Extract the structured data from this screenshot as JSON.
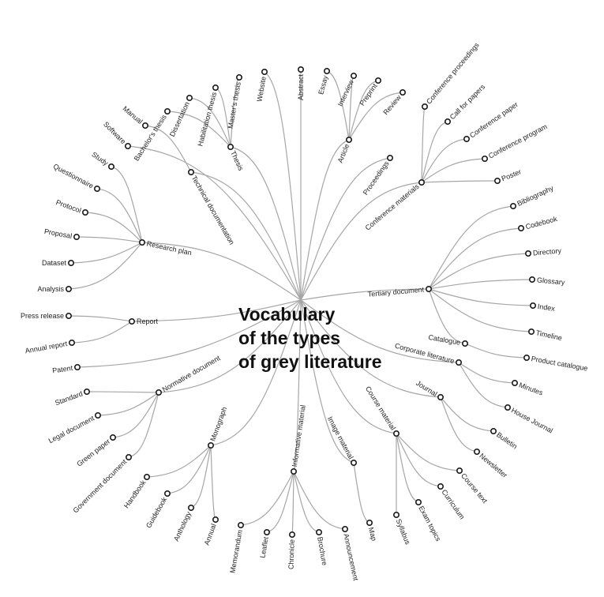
{
  "title": {
    "line1": "Vocabulary",
    "line2": "of the types",
    "line3": "of grey literature"
  },
  "nodes": [
    {
      "name": "Website"
    },
    {
      "name": "Abstract"
    },
    {
      "name": "Thesis"
    },
    {
      "name": "Master's thesis"
    },
    {
      "name": "Habilitation thesis"
    },
    {
      "name": "Dissertation"
    },
    {
      "name": "Bachelor's thesis"
    },
    {
      "name": "Article"
    },
    {
      "name": "Essay"
    },
    {
      "name": "Interview"
    },
    {
      "name": "Preprint"
    },
    {
      "name": "Review"
    },
    {
      "name": "Proceedings"
    },
    {
      "name": "Conference materials"
    },
    {
      "name": "Conference proceedings"
    },
    {
      "name": "Call for papers"
    },
    {
      "name": "Conference paper"
    },
    {
      "name": "Conference program"
    },
    {
      "name": "Poster"
    },
    {
      "name": "Tertiary document"
    },
    {
      "name": "Bibliography"
    },
    {
      "name": "Codebook"
    },
    {
      "name": "Directory"
    },
    {
      "name": "Glossary"
    },
    {
      "name": "Index"
    },
    {
      "name": "Timeline"
    },
    {
      "name": "Catalogue"
    },
    {
      "name": "Product catalogue"
    },
    {
      "name": "Corporate literature"
    },
    {
      "name": "Minutes"
    },
    {
      "name": "House Journal"
    },
    {
      "name": "Journal"
    },
    {
      "name": "Bulletin"
    },
    {
      "name": "Newsletter"
    },
    {
      "name": "Course material"
    },
    {
      "name": "Course text"
    },
    {
      "name": "Curriculum"
    },
    {
      "name": "Exam topics"
    },
    {
      "name": "Syllabus"
    },
    {
      "name": "Image material"
    },
    {
      "name": "Map"
    },
    {
      "name": "Informative material"
    },
    {
      "name": "Memorandum"
    },
    {
      "name": "Leaflet"
    },
    {
      "name": "Chronicle"
    },
    {
      "name": "Brochure"
    },
    {
      "name": "Announcement"
    },
    {
      "name": "Monograph"
    },
    {
      "name": "Handbook"
    },
    {
      "name": "Guidebook"
    },
    {
      "name": "Anthology"
    },
    {
      "name": "Annual"
    },
    {
      "name": "Normative document"
    },
    {
      "name": "Standard"
    },
    {
      "name": "Legal document"
    },
    {
      "name": "Green paper"
    },
    {
      "name": "Government document"
    },
    {
      "name": "Patent"
    },
    {
      "name": "Report"
    },
    {
      "name": "Press release"
    },
    {
      "name": "Annual report"
    },
    {
      "name": "Research plan"
    },
    {
      "name": "Analysis"
    },
    {
      "name": "Dataset"
    },
    {
      "name": "Proposal"
    },
    {
      "name": "Protocol"
    },
    {
      "name": "Questionnaire"
    },
    {
      "name": "Study"
    },
    {
      "name": "Software"
    },
    {
      "name": "Technical documentation"
    },
    {
      "name": "Manual"
    }
  ]
}
